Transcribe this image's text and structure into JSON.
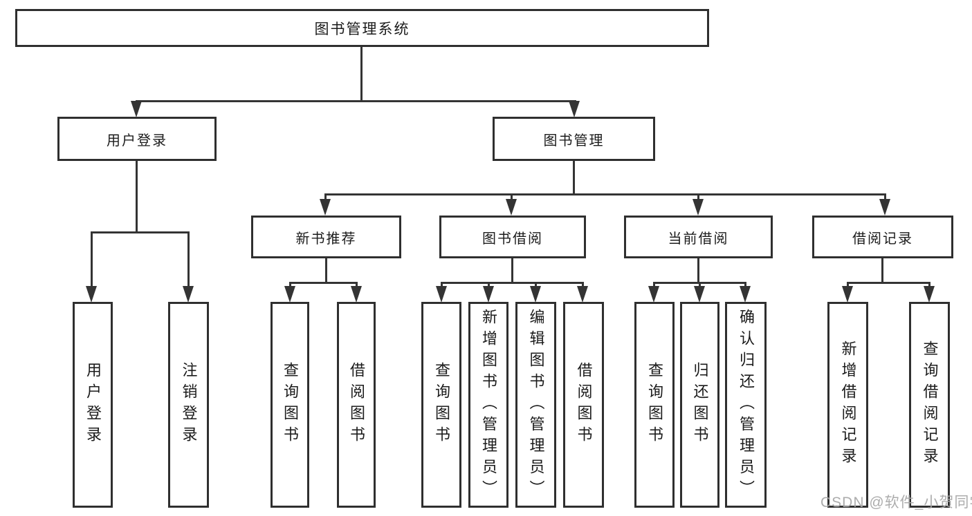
{
  "diagram_title": "图书管理系统",
  "tree": {
    "root": {
      "label": "图书管理系统"
    },
    "level2": [
      {
        "label": "用户登录"
      },
      {
        "label": "图书管理"
      }
    ],
    "level3": [
      {
        "label": "新书推荐"
      },
      {
        "label": "图书借阅"
      },
      {
        "label": "当前借阅"
      },
      {
        "label": "借阅记录"
      }
    ],
    "leaves": {
      "user_login": [
        "用户登录",
        "注销登录"
      ],
      "new_book_recommend": [
        "查询图书",
        "借阅图书"
      ],
      "book_borrow": [
        "查询图书",
        "新增图书（管理员）",
        "编辑图书（管理员）",
        "借阅图书"
      ],
      "current_borrow": [
        "查询图书",
        "归还图书",
        "确认归还（管理员）"
      ],
      "borrow_records": [
        "新增借阅记录",
        "查询借阅记录"
      ]
    }
  },
  "watermark": "CSDN @软件_小贺同学",
  "colors": {
    "line": "#343434",
    "border": "#2f2f2f",
    "text": "#1b1b1b",
    "background": "#ffffff",
    "watermark": "#a8a8a8"
  }
}
